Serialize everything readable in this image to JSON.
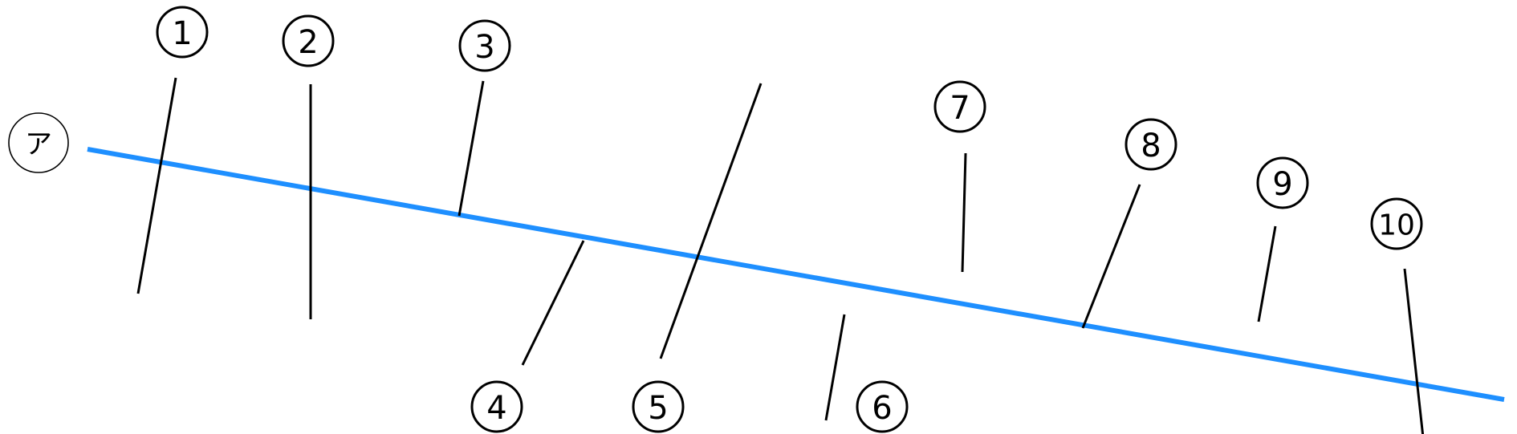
{
  "reference_line": {
    "label": "ア",
    "color": "#1e8fff"
  },
  "segments": [
    {
      "label": "1"
    },
    {
      "label": "2"
    },
    {
      "label": "3"
    },
    {
      "label": "4"
    },
    {
      "label": "5"
    },
    {
      "label": "6"
    },
    {
      "label": "7"
    },
    {
      "label": "8"
    },
    {
      "label": "9"
    },
    {
      "label": "10"
    }
  ]
}
